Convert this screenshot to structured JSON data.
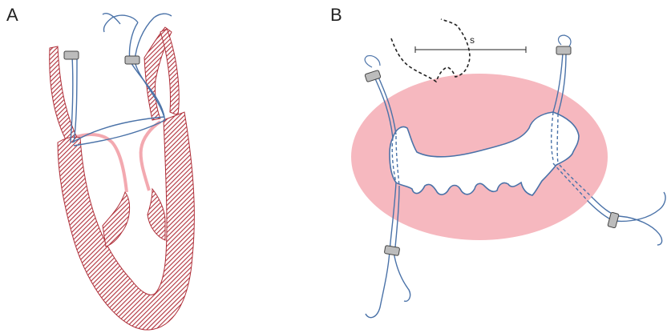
{
  "panels": [
    {
      "id": "A",
      "label": "A"
    },
    {
      "id": "B",
      "label": "B"
    }
  ],
  "scale_label": "s",
  "colors": {
    "myocardium_hatch": "#b0303a",
    "leaflet": "#f3a9b0",
    "annulus_fill": "#f6b8bf",
    "suture": "#4a72a8",
    "pledget_fill": "#bcbcbc",
    "pledget_stroke": "#444444",
    "outline": "#222222"
  }
}
